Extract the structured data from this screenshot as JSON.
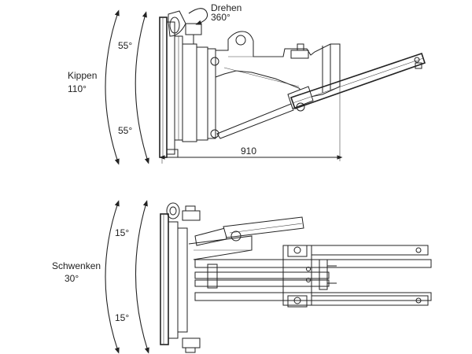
{
  "top_view": {
    "label_rotate": "Drehen",
    "value_rotate": "360°",
    "label_tilt": "Kippen",
    "value_tilt": "110°",
    "angle_upper": "55°",
    "angle_lower": "55°",
    "dimension": "910"
  },
  "bottom_view": {
    "label_swivel": "Schwenken",
    "value_swivel": "30°",
    "angle_upper": "15°",
    "angle_lower": "15°"
  }
}
